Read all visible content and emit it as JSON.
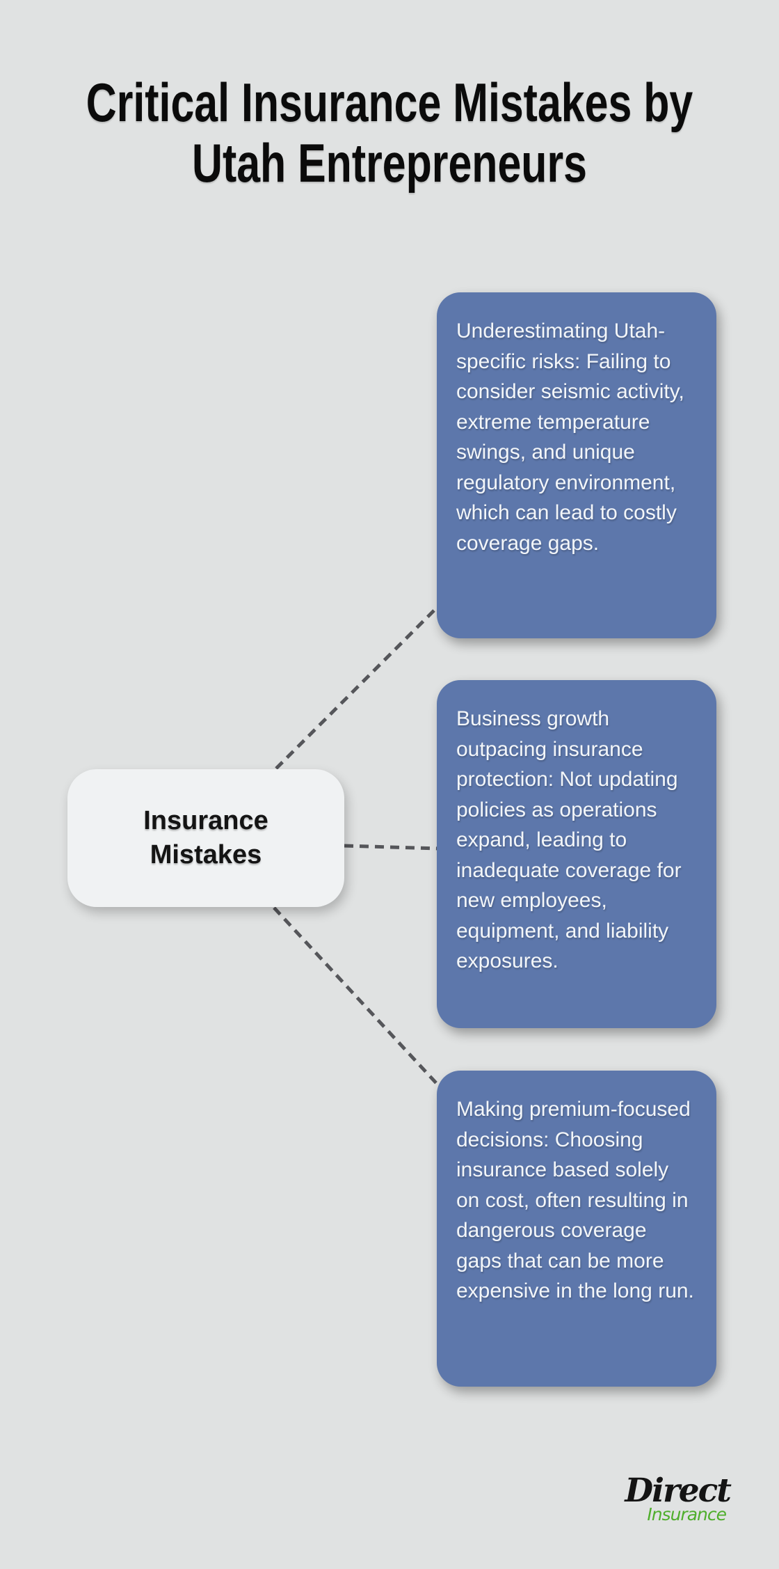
{
  "title": {
    "lines": [
      "Critical Insurance Mistakes by",
      "Utah Entrepreneurs"
    ]
  },
  "diagram": {
    "root_label": "Insurance Mistakes",
    "cards": [
      {
        "text": "Underestimating Utah-specific risks: Failing to consider seismic activity, extreme temperature swings, and unique regulatory environment, which can lead to costly coverage gaps."
      },
      {
        "text": "Business growth outpacing insurance protection: Not updating policies as operations expand, leading to inadequate coverage for new employees, equipment, and liability exposures."
      },
      {
        "text": "Making premium-focused decisions: Choosing insurance based solely on cost, often resulting in dangerous coverage gaps that can be more expensive in the long run."
      }
    ]
  },
  "logo": {
    "name": "Direct",
    "sub": "Insurance"
  },
  "theme": {
    "background": "#e0e2e2",
    "card_bg": "#5d77ab",
    "card_text": "#f3f6f9",
    "root_bg": "#f0f2f3",
    "root_text": "#141414",
    "connector": "#55565a",
    "title": "#0b0b0b",
    "logo_primary": "#141414",
    "logo_accent": "#4fae2c"
  }
}
